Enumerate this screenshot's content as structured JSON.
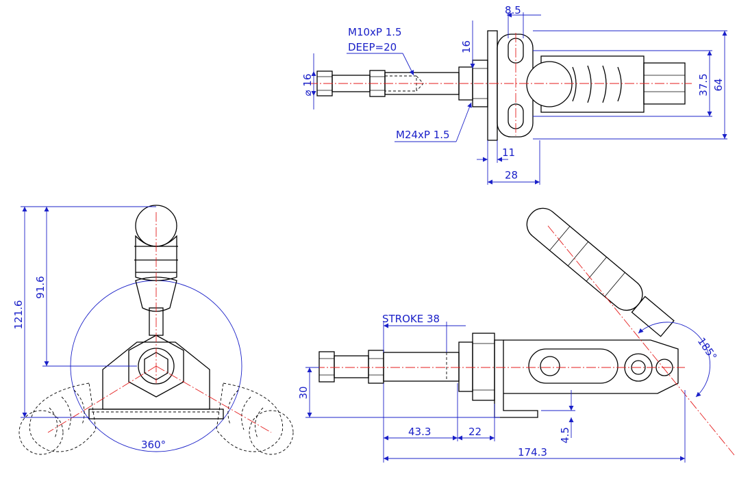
{
  "top_view": {
    "thread_label": "M10xP 1.5",
    "deep_label": "DEEP=20",
    "diameter_label": "16",
    "mount_thread_label": "M24xP 1.5",
    "dim_slot_width": "8.5",
    "dim_slot_height": "16",
    "dim_hole_pitch": "37.5",
    "dim_overall_height": "64",
    "dim_flange_11": "11",
    "dim_flange_28": "28"
  },
  "front_view": {
    "dim_total_height": "121.6",
    "dim_handle_height": "91.6",
    "rotation_label": "360°"
  },
  "side_view": {
    "stroke_label": "STROKE 38",
    "dim_height_30": "30",
    "dim_43_3": "43.3",
    "dim_22": "22",
    "dim_4_5": "4.5",
    "dim_total_length": "174.3",
    "angle_label": "185°"
  },
  "colors": {
    "dimension": "#1a20c8",
    "centerline": "#e41b1b",
    "outline": "#000000"
  }
}
